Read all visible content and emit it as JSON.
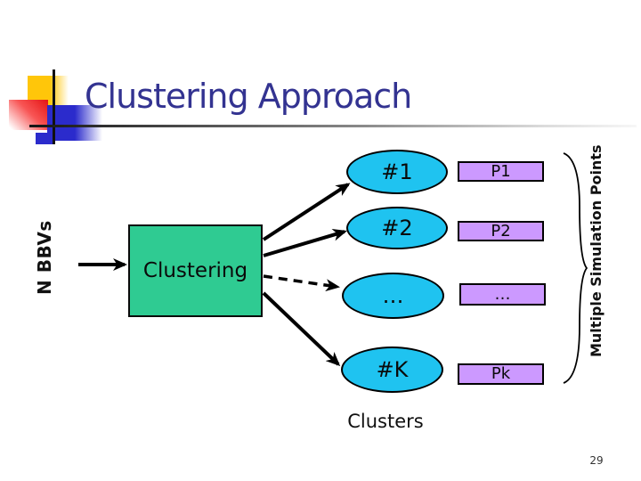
{
  "slide": {
    "title": "Clustering Approach",
    "page_number": "29"
  },
  "diagram": {
    "input_label": "N BBVs",
    "process_label": "Clustering",
    "clusters_caption": "Clusters",
    "brace_label": "Multiple Simulation Points",
    "clusters": [
      {
        "id": "#1",
        "point": "P1"
      },
      {
        "id": "#2",
        "point": "P2"
      },
      {
        "id": "…",
        "point": "…"
      },
      {
        "id": "#K",
        "point": "Pk"
      }
    ]
  },
  "colors": {
    "title_text": "#333391",
    "process_box_fill": "#2fcb92",
    "cluster_ellipse_fill": "#1fc3f0",
    "point_rect_fill": "#cc99ff",
    "accent_yellow": "#ffc60a",
    "accent_red": "#e51414",
    "accent_blue": "#2b2bcc",
    "connector": "#000000"
  }
}
